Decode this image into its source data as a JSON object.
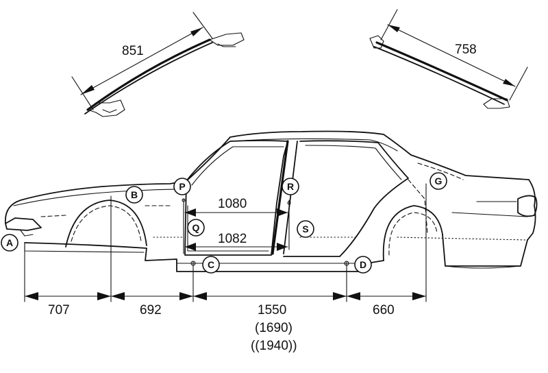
{
  "dimensions": {
    "roof_front": "851",
    "roof_rear": "758",
    "door_opening_upper": "1080",
    "door_opening_lower": "1082",
    "seg_A_B": "707",
    "seg_B_C": "692",
    "seg_C_D": "1550",
    "seg_C_D_alt1": "(1690)",
    "seg_C_D_alt2": "((1940))",
    "seg_D_G": "660"
  },
  "points": {
    "A": "A",
    "B": "B",
    "C": "C",
    "D": "D",
    "G": "G",
    "P": "P",
    "Q": "Q",
    "R": "R",
    "S": "S"
  },
  "colors": {
    "ink": "#111111",
    "paper": "#ffffff"
  }
}
